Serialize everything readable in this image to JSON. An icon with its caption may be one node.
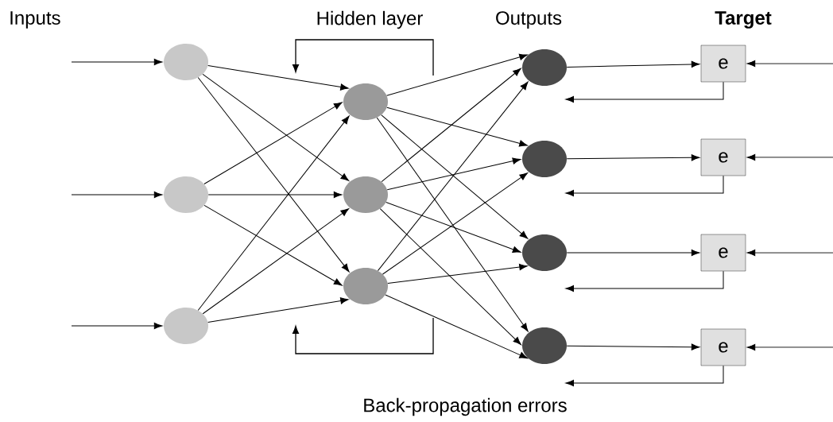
{
  "diagram": {
    "nodes": [
      {
        "text": [],
        "shape": "circle"
      },
      {
        "text": [],
        "shape": "circle"
      },
      {
        "text": [],
        "shape": "circle"
      },
      {
        "text": [],
        "shape": "circle"
      },
      {
        "text": [],
        "shape": "circle"
      },
      {
        "text": [],
        "shape": "circle"
      },
      {
        "text": [],
        "shape": "circle"
      },
      {
        "text": [],
        "shape": "circle"
      },
      {
        "text": [],
        "shape": "circle"
      },
      {
        "text": [],
        "shape": "circle"
      },
      {
        "text": [
          "e"
        ]
      },
      {
        "text": [
          "e"
        ]
      },
      {
        "text": [
          "e"
        ]
      },
      {
        "text": [
          "e"
        ]
      }
    ],
    "edges": [
      {
        "from": null,
        "to": 0,
        "arrow": "to"
      },
      {
        "from": null,
        "to": 1,
        "arrow": "to"
      },
      {
        "from": null,
        "to": 2,
        "arrow": "to"
      },
      {
        "from": 0,
        "to": 3,
        "arrow": "to"
      },
      {
        "from": 0,
        "to": 4,
        "arrow": "to"
      },
      {
        "from": 0,
        "to": 5,
        "arrow": "to"
      },
      {
        "from": 1,
        "to": 3,
        "arrow": "to"
      },
      {
        "from": 1,
        "to": 4,
        "arrow": "to"
      },
      {
        "from": 1,
        "to": 5,
        "arrow": "to"
      },
      {
        "from": 2,
        "to": 3,
        "arrow": "to"
      },
      {
        "from": 2,
        "to": 4,
        "arrow": "to"
      },
      {
        "from": 2,
        "to": 5,
        "arrow": "to"
      },
      {
        "from": 3,
        "to": 6,
        "arrow": "to"
      },
      {
        "from": 3,
        "to": 7,
        "arrow": "to"
      },
      {
        "from": 3,
        "to": 8,
        "arrow": "to"
      },
      {
        "from": 3,
        "to": 9,
        "arrow": "to"
      },
      {
        "from": 4,
        "to": 6,
        "arrow": "to"
      },
      {
        "from": 4,
        "to": 7,
        "arrow": "to"
      },
      {
        "from": 4,
        "to": 8,
        "arrow": "to"
      },
      {
        "from": 4,
        "to": 9,
        "arrow": "to"
      },
      {
        "from": 5,
        "to": 6,
        "arrow": "to"
      },
      {
        "from": 5,
        "to": 7,
        "arrow": "to"
      },
      {
        "from": 5,
        "to": 8,
        "arrow": "to"
      },
      {
        "from": 5,
        "to": 9,
        "arrow": "to"
      },
      {
        "from": 6,
        "to": 10,
        "arrow": "to"
      },
      {
        "from": 7,
        "to": 11,
        "arrow": "to"
      },
      {
        "from": 8,
        "to": 12,
        "arrow": "to"
      },
      {
        "from": 9,
        "to": 13,
        "arrow": "to"
      },
      {
        "from": null,
        "to": 10,
        "arrow": "to"
      },
      {
        "from": null,
        "to": 11,
        "arrow": "to"
      },
      {
        "from": null,
        "to": 12,
        "arrow": "to"
      },
      {
        "from": null,
        "to": 13,
        "arrow": "to"
      },
      {
        "from": 10,
        "to": null,
        "arrow": "to"
      },
      {
        "from": 11,
        "to": null,
        "arrow": "to"
      },
      {
        "from": 12,
        "to": null,
        "arrow": "to"
      },
      {
        "from": 13,
        "to": null,
        "arrow": "to"
      }
    ],
    "labels": [
      "Inputs",
      "Hidden layer",
      "Outputs",
      "Target",
      "Back-propagation errors"
    ]
  }
}
